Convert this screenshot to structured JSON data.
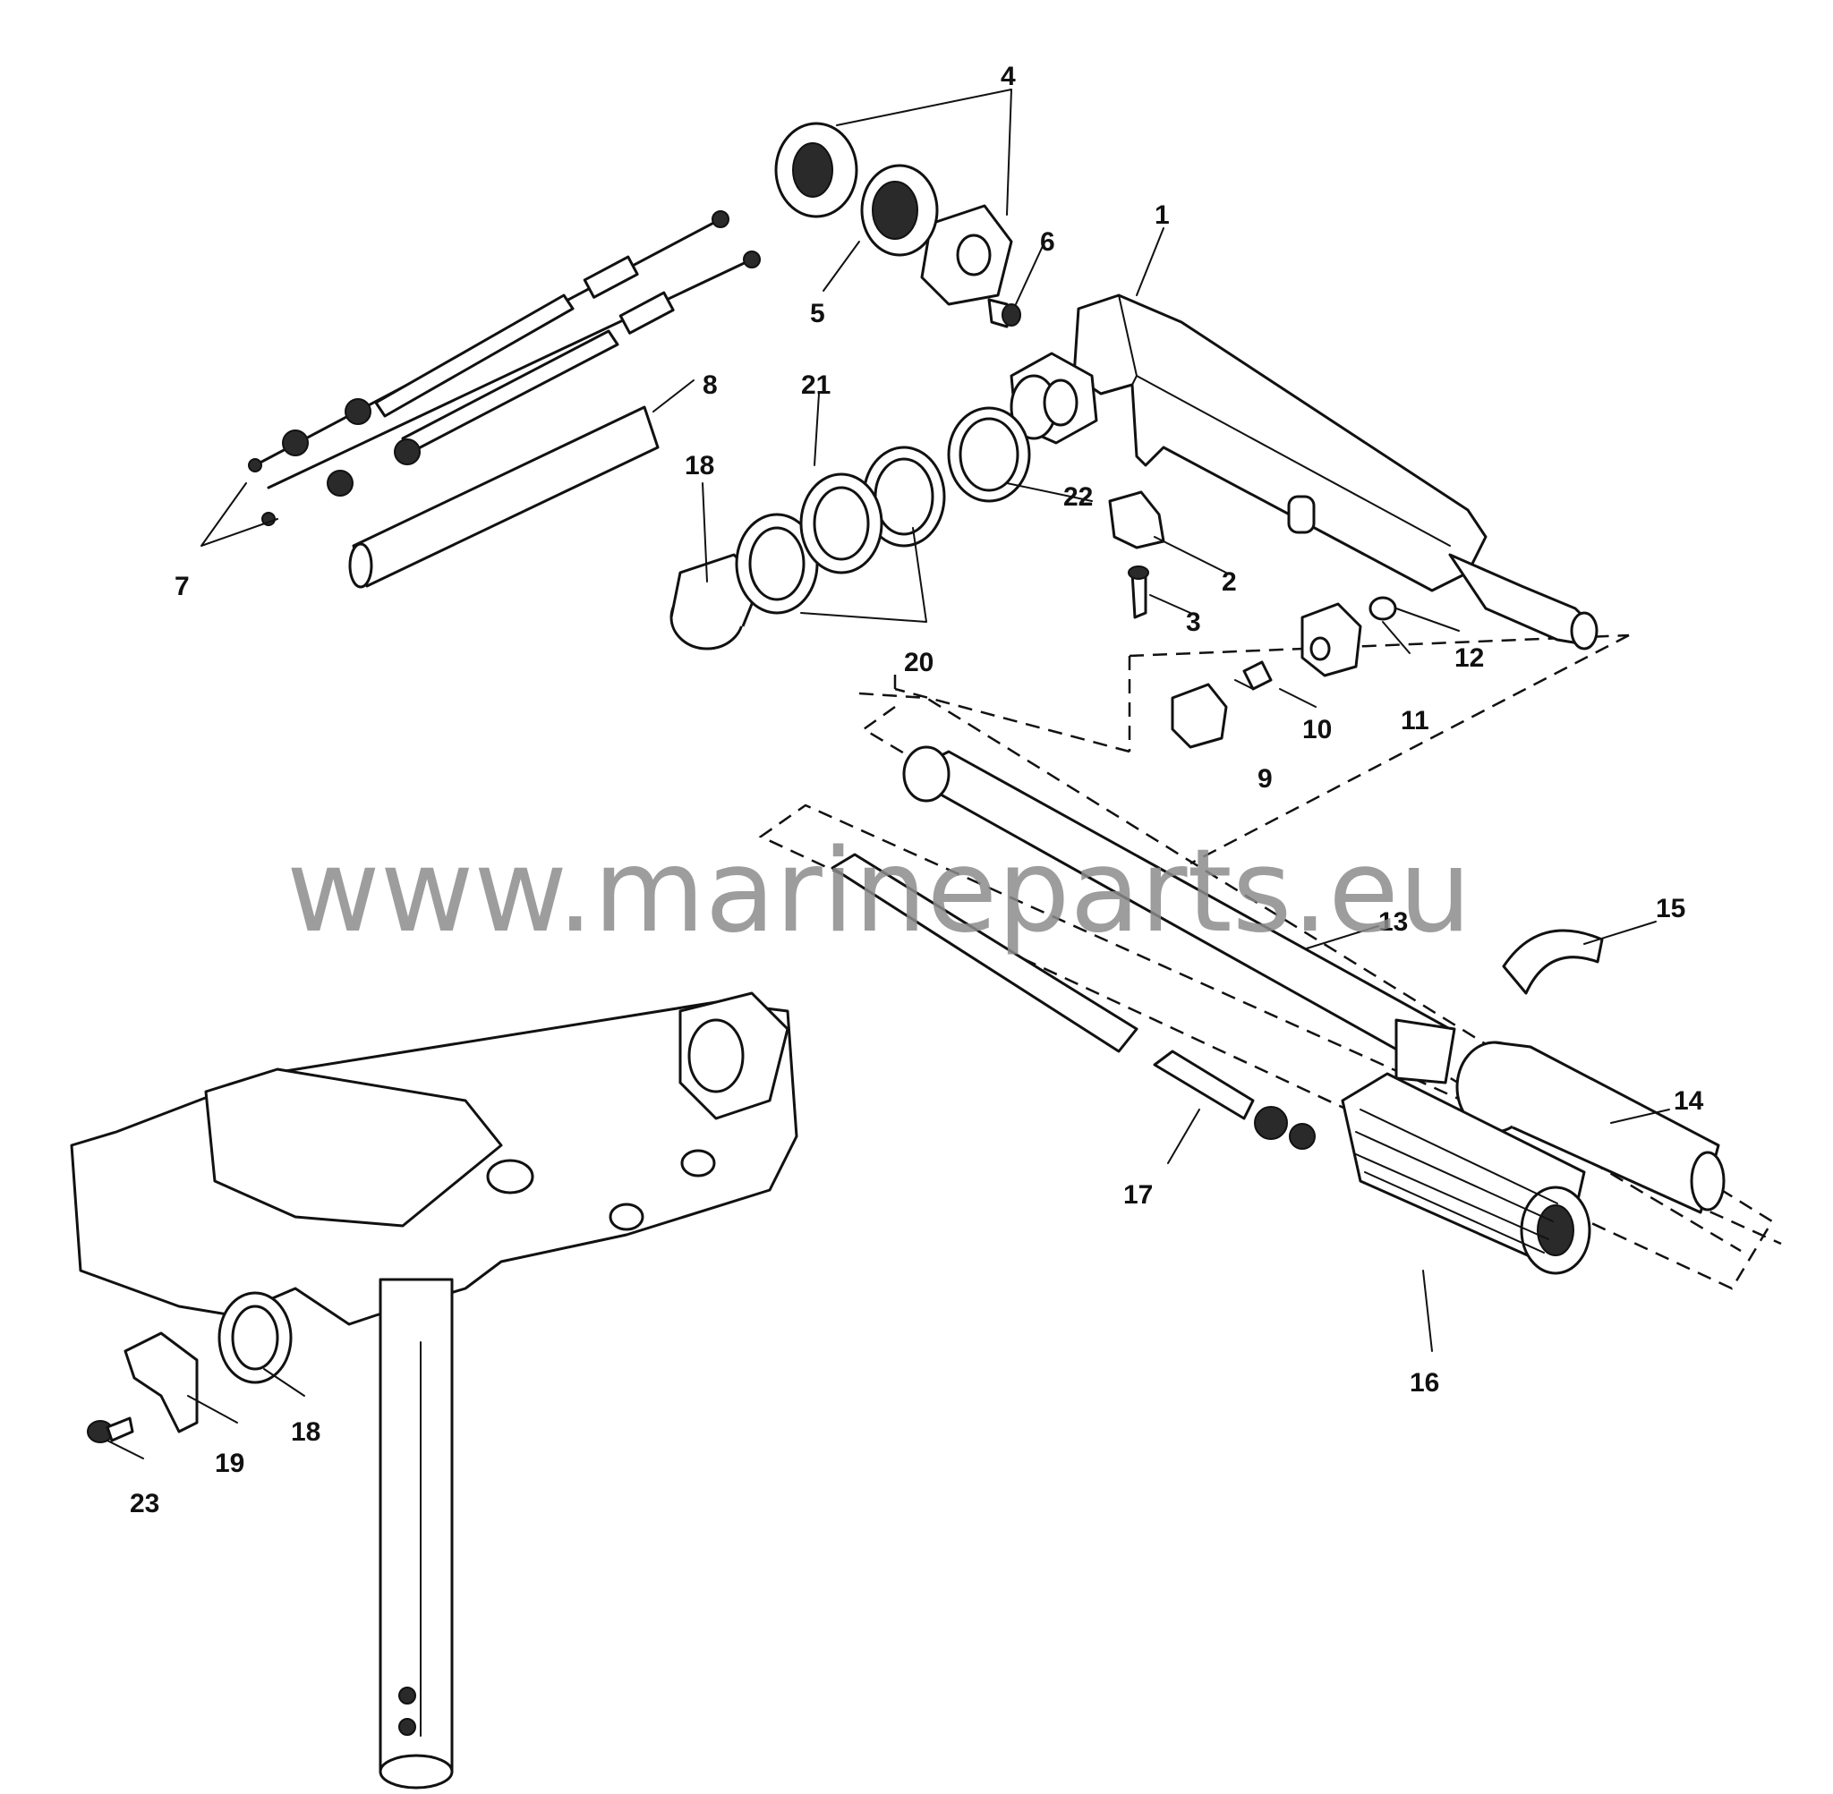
{
  "watermark": "www.marineparts.eu",
  "callouts": [
    "1",
    "2",
    "3",
    "4",
    "5",
    "6",
    "7",
    "8",
    "9",
    "10",
    "11",
    "12",
    "13",
    "14",
    "15",
    "16",
    "17",
    "18",
    "18",
    "19",
    "20",
    "21",
    "22",
    "23"
  ],
  "colors": {
    "line": "#111111",
    "watermark": "#8c8c8c",
    "background": "#ffffff"
  }
}
